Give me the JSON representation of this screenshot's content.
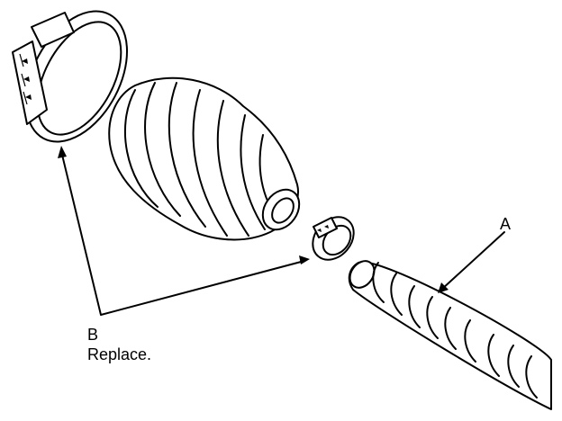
{
  "callouts": {
    "a": {
      "letter": "A"
    },
    "b": {
      "letter": "B",
      "note": "Replace."
    }
  }
}
